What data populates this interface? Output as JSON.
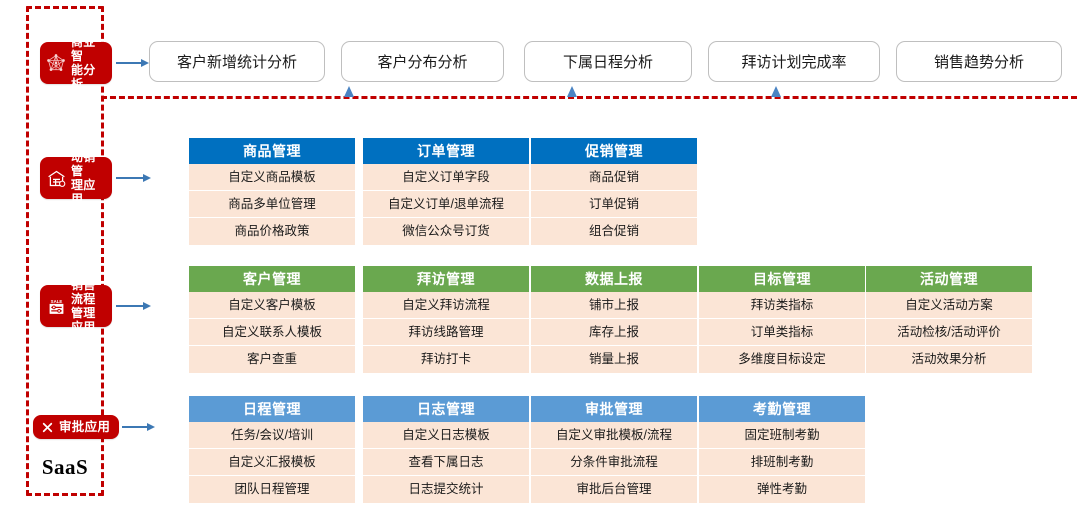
{
  "boundary": {
    "label": "SaaS",
    "border_color": "#c00000"
  },
  "colors": {
    "badge_red": "#c00000",
    "header_blue_dark": "#0070c0",
    "header_green": "#6aa84f",
    "header_blue_soft": "#5b9bd5",
    "item_background": "#fbe5d6",
    "arrow_blue": "#3c78b4",
    "pill_border": "#bfbfbf"
  },
  "rows": [
    {
      "id": "bi",
      "badge": {
        "label": "商业智\n能分析",
        "icon": "network-graph-icon"
      },
      "buttons": [
        {
          "label": "客户新增统计分析"
        },
        {
          "label": "客户分布分析"
        },
        {
          "label": "下属日程分析"
        },
        {
          "label": "拜访计划完成率"
        },
        {
          "label": "销售趋势分析"
        }
      ]
    },
    {
      "id": "dynamic-sales",
      "badge": {
        "label": "动销管\n理应用",
        "icon": "store-house-icon"
      },
      "header_style": "blue-dark",
      "cards": [
        {
          "title": "商品管理",
          "items": [
            "自定义商品模板",
            "商品多单位管理",
            "商品价格政策"
          ]
        },
        {
          "title": "订单管理",
          "items": [
            "自定义订单字段",
            "自定义订单/退单流程",
            "微信公众号订货"
          ]
        },
        {
          "title": "促销管理",
          "items": [
            "商品促销",
            "订单促销",
            "组合促销"
          ]
        }
      ]
    },
    {
      "id": "sales-process",
      "badge": {
        "label": "销售流程\n管理应用",
        "icon": "sale-document-icon"
      },
      "header_style": "green",
      "cards": [
        {
          "title": "客户管理",
          "items": [
            "自定义客户模板",
            "自定义联系人模板",
            "客户查重"
          ]
        },
        {
          "title": "拜访管理",
          "items": [
            "自定义拜访流程",
            "拜访线路管理",
            "拜访打卡"
          ]
        },
        {
          "title": "数据上报",
          "items": [
            "铺市上报",
            "库存上报",
            "销量上报"
          ]
        },
        {
          "title": "目标管理",
          "items": [
            "拜访类指标",
            "订单类指标",
            "多维度目标设定"
          ]
        },
        {
          "title": "活动管理",
          "items": [
            "自定义活动方案",
            "活动检核/活动评价",
            "活动效果分析"
          ]
        }
      ]
    },
    {
      "id": "approval",
      "badge": {
        "label": "审批应用",
        "icon": "cross-mark-icon"
      },
      "header_style": "blue-soft",
      "cards": [
        {
          "title": "日程管理",
          "items": [
            "任务/会议/培训",
            "自定义汇报模板",
            "团队日程管理"
          ]
        },
        {
          "title": "日志管理",
          "items": [
            "自定义日志模板",
            "查看下属日志",
            "日志提交统计"
          ]
        },
        {
          "title": "审批管理",
          "items": [
            "自定义审批模板/流程",
            "分条件审批流程",
            "审批后台管理"
          ]
        },
        {
          "title": "考勤管理",
          "items": [
            "固定班制考勤",
            "排班制考勤",
            "弹性考勤"
          ]
        }
      ]
    }
  ]
}
